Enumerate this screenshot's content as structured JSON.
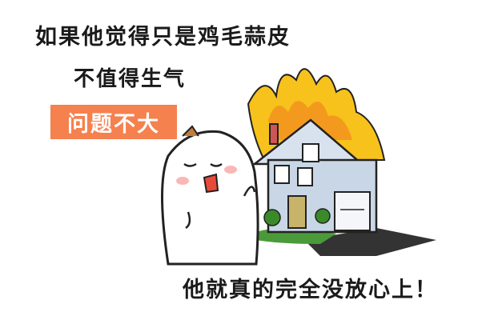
{
  "caption": {
    "line1": "如果他觉得只是鸡毛蒜皮",
    "line2": "不值得生气",
    "badge": "问题不大",
    "line3": "他就真的完全没放心上！"
  },
  "colors": {
    "badge": "#f5814f",
    "fire": "#f7c21b",
    "house": "#c9d6e6"
  }
}
